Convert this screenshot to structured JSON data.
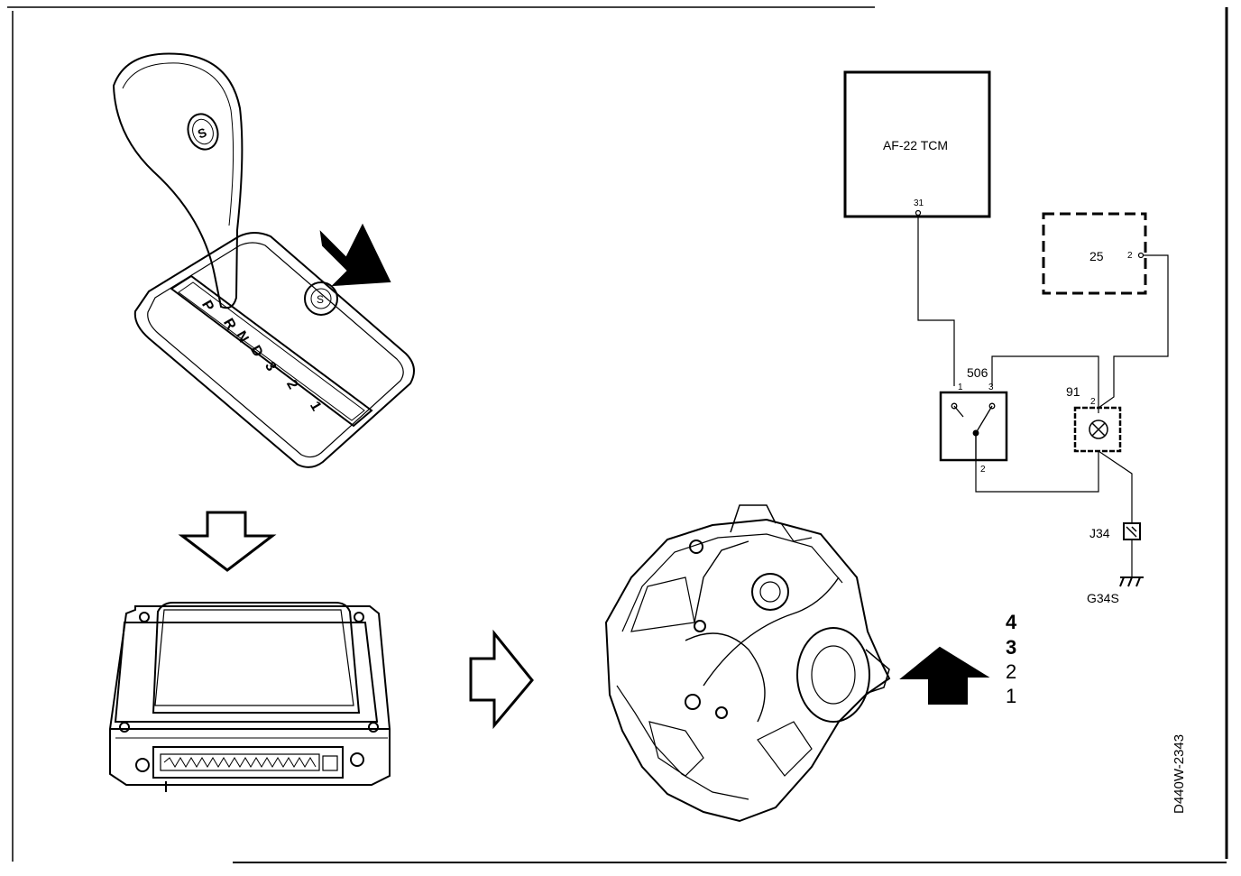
{
  "figure_code": "D440W-2343",
  "gear_selector": {
    "gear_positions": [
      "P",
      "R",
      "N",
      "D",
      "3",
      "2",
      "1"
    ],
    "knob_button_label": "S"
  },
  "wiring": {
    "tcm": {
      "label": "AF-22 TCM",
      "pin": "31"
    },
    "unit_25": {
      "label": "25",
      "pin": "2"
    },
    "switch_506": {
      "label": "506",
      "pin_1": "1",
      "pin_3": "3",
      "pin_2": "2"
    },
    "lamp_91": {
      "label": "91",
      "pin": "2"
    },
    "connector": {
      "label": "J34"
    },
    "ground": {
      "label": "G34S"
    }
  },
  "gear_indicators": [
    "4",
    "3",
    "2",
    "1"
  ]
}
